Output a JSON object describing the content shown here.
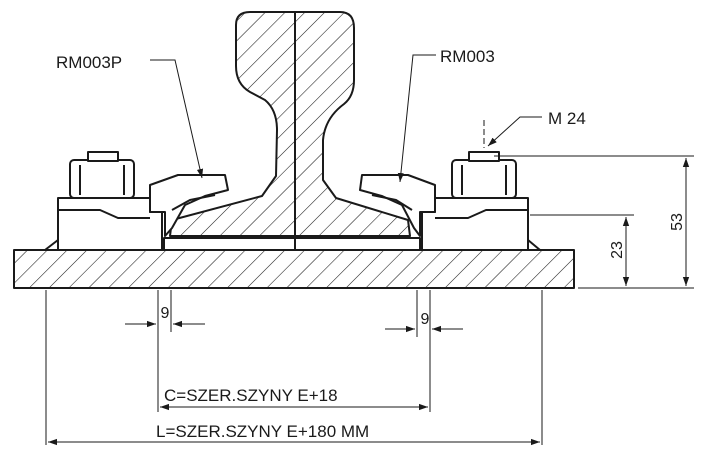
{
  "labels": {
    "clip_left": "RM003P",
    "clip_right": "RM003",
    "bolt": "M 24"
  },
  "dimensions": {
    "height_total": "53",
    "height_base": "23",
    "gap_left": "9",
    "gap_right": "9",
    "c_width": "C=SZER.SZYNY E+18",
    "l_width": "L=SZER.SZYNY E+180 MM"
  },
  "colors": {
    "line": "#1a1a1a",
    "background": "#ffffff"
  }
}
